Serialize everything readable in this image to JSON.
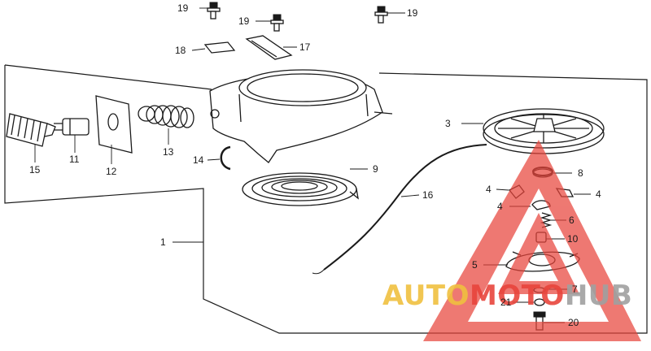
{
  "diagram": {
    "callouts": {
      "c1": "1",
      "c3": "3",
      "c4a": "4",
      "c4b": "4",
      "c4c": "4",
      "c5": "5",
      "c6": "6",
      "c7": "7",
      "c8": "8",
      "c9": "9",
      "c10": "10",
      "c11": "11",
      "c12": "12",
      "c13": "13",
      "c14": "14",
      "c15": "15",
      "c16": "16",
      "c17": "17",
      "c18": "18",
      "c19a": "19",
      "c19b": "19",
      "c19c": "19",
      "c20": "20",
      "c21": "21"
    }
  },
  "watermark": {
    "part1": "AUTO",
    "part2": "MOTO",
    "part3": "HUB",
    "color_gold": "#f0c040",
    "color_red": "#e8453c",
    "color_grey": "#a0a0a0"
  }
}
